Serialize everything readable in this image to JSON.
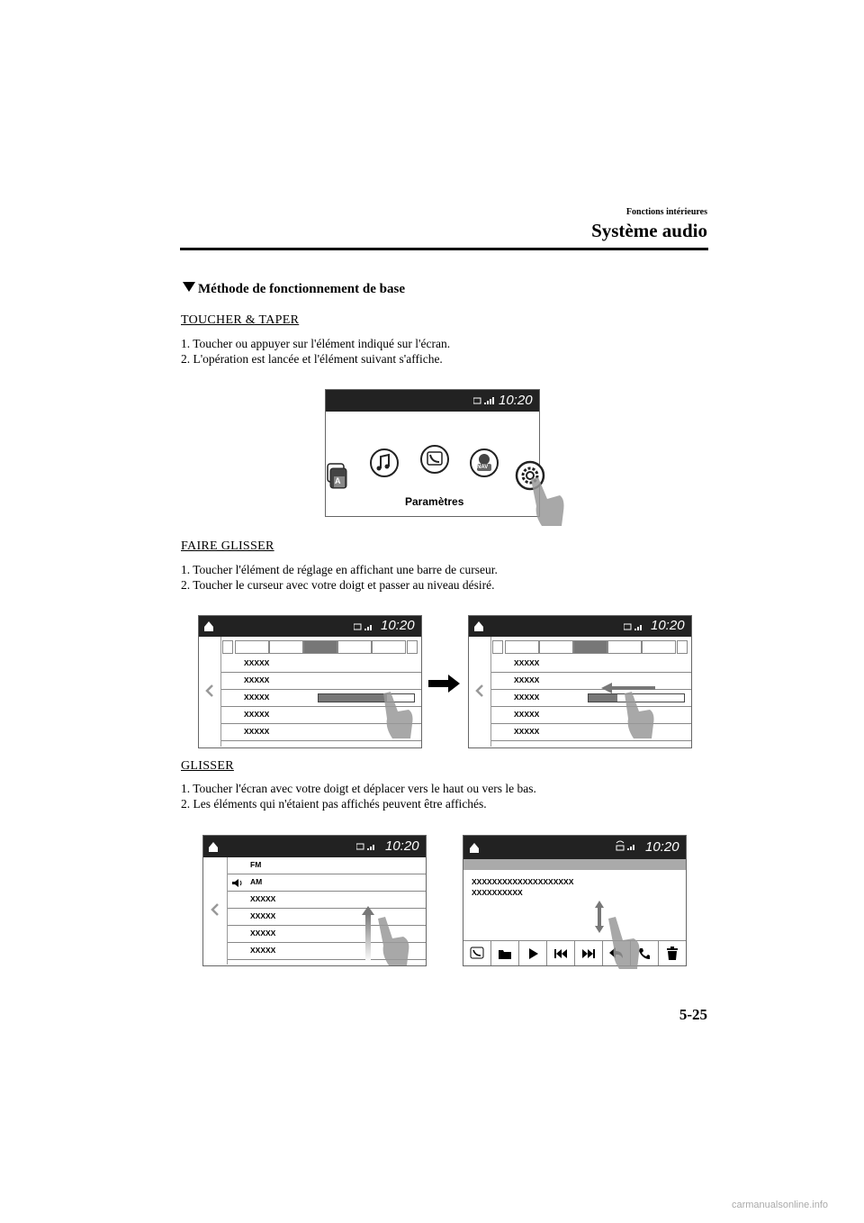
{
  "header": {
    "section": "Fonctions intérieures",
    "title": "Système audio"
  },
  "section_title": "Méthode de fonctionnement de base",
  "blocks": {
    "tap": {
      "heading": "TOUCHER & TAPER",
      "steps": [
        "1.  Toucher ou appuyer sur l'élément indiqué sur l'écran.",
        "2.  L'opération est lancée et l'élément suivant s'affiche."
      ]
    },
    "drag": {
      "heading": "FAIRE GLISSER",
      "steps": [
        "1.  Toucher l'élément de réglage en affichant une barre de curseur.",
        "2.  Toucher le curseur avec votre doigt et passer au niveau désiré."
      ]
    },
    "swipe": {
      "heading": "GLISSER",
      "steps": [
        "1.  Toucher l'écran avec votre doigt et déplacer vers le haut ou vers le bas.",
        "2.  Les éléments qui n'étaient pas affichés peuvent être affichés."
      ]
    }
  },
  "screens": {
    "clock": "10:20",
    "settings_label": "Paramètres",
    "nav_label": "NAV",
    "a_label": "A",
    "list_item": "XXXXX",
    "fm": "FM",
    "am": "AM",
    "msg_line1": "XXXXXXXXXXXXXXXXXXXX",
    "msg_line2": "XXXXXXXXXX"
  },
  "page_number": "5-25",
  "watermark": "carmanualsonline.info"
}
